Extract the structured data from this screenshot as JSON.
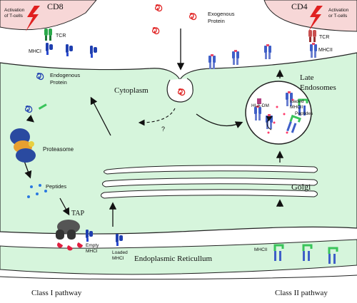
{
  "cells": {
    "cd8": "CD8",
    "cd4": "CD4",
    "activation_left_line1": "Activation",
    "activation_left_line2": "of T-cells",
    "activation_right_line1": "Activation",
    "activation_right_line2": "or T-cells"
  },
  "surface": {
    "tcr_left": "TCR",
    "tcr_right": "TCR",
    "mhci": "MHCI",
    "mhcii": "MHCII"
  },
  "labels": {
    "exogenous_line1": "Exogenous",
    "exogenous_line2": "Protein",
    "endogenous_line1": "Endogenous",
    "endogenous_line2": "Protein",
    "cytoplasm": "Cytoplasm",
    "late_endosomes_line1": "Late",
    "late_endosomes_line2": "Endosomes",
    "hla_dm": "HLA-DM",
    "loaded_mhcii_line1": "loaded",
    "loaded_mhcii_line2": "MHCII",
    "peptides_endosome": "Peptides",
    "proteasome": "Proteasome",
    "peptides": "Peptides",
    "tap": "TAP",
    "empty_mhci_line1": "Empty",
    "empty_mhci_line2": "MHCI",
    "loaded_mhci_line1": "Loaded",
    "loaded_mhci_line2": "MHCI",
    "golgi": "Golgi",
    "er": "Endoplasmic Reticullum",
    "mhcii_er": "MHCII",
    "question": "?",
    "class_i": "Class I pathway",
    "class_ii": "Class II pathway"
  },
  "colors": {
    "cytoplasm": "#d6f5dc",
    "tcell": "#f7d7d7",
    "mhc_class_i": "#1f3fb0",
    "mhc_class_ii": "#4a63b8",
    "invariant_chain": "#39c45a",
    "peptide": "#ff3b6b",
    "lightning": "#e02020"
  }
}
